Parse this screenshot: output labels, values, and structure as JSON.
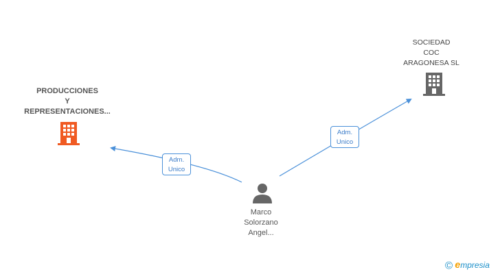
{
  "nodes": {
    "company_left": {
      "lines": [
        "PRODUCCIONES",
        "Y",
        "REPRESENTACIONES..."
      ],
      "color": "#f05a22",
      "icon": "building-icon"
    },
    "company_right": {
      "lines": [
        "SOCIEDAD",
        "COC",
        "ARAGONESA SL"
      ],
      "color": "#666666",
      "icon": "building-icon"
    },
    "person": {
      "lines": [
        "Marco",
        "Solorzano",
        "Angel..."
      ],
      "color": "#666666",
      "icon": "person-icon"
    }
  },
  "edges": [
    {
      "from": "person",
      "to": "company_left",
      "lines": [
        "Adm.",
        "Unico"
      ]
    },
    {
      "from": "person",
      "to": "company_right",
      "lines": [
        "Adm.",
        "Unico"
      ]
    }
  ],
  "colors": {
    "edge": "#4a90d9",
    "tag_border": "#4a90d9"
  },
  "brand": {
    "copyright": "©",
    "first_letter": "e",
    "rest": "mpresia"
  }
}
